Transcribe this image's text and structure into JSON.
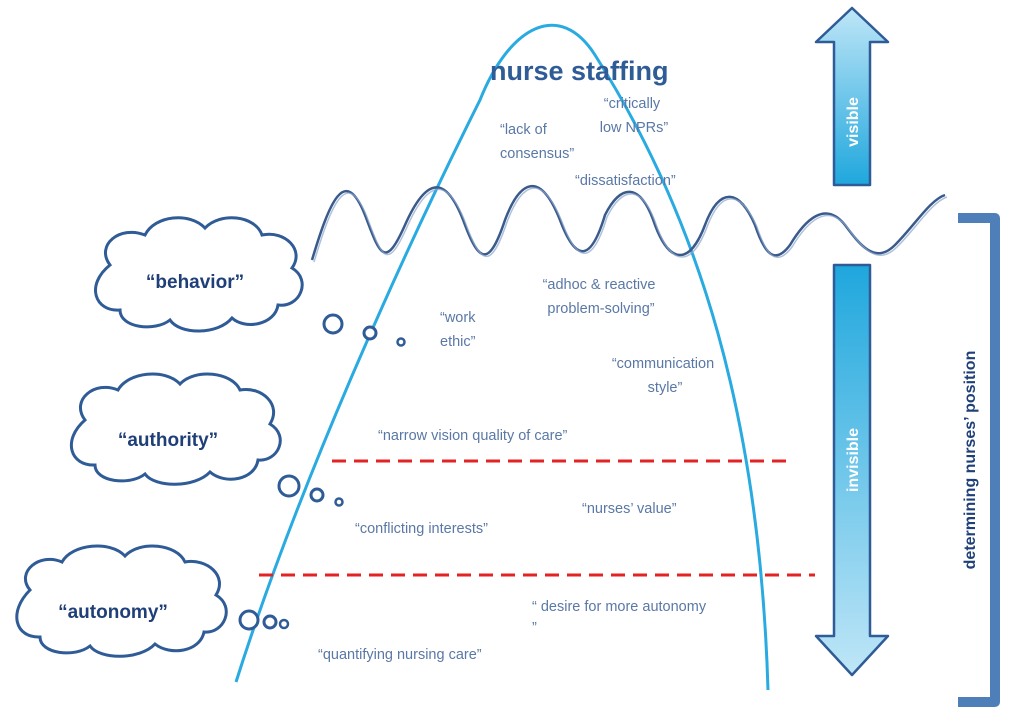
{
  "title": "nurse staffing",
  "visible_quotes": [
    {
      "lines": [
        "“critically",
        "low NPRs”"
      ]
    },
    {
      "lines": [
        "“lack of",
        "consensus”"
      ]
    },
    {
      "lines": [
        "“dissatisfaction”"
      ]
    }
  ],
  "invisible_quotes": [
    {
      "lines": [
        "“adhoc & reactive",
        "problem-solving”"
      ]
    },
    {
      "lines": [
        "“work",
        "ethic”"
      ]
    },
    {
      "lines": [
        "“communication",
        "style”"
      ]
    },
    {
      "lines": [
        "“narrow vision quality of care”"
      ]
    },
    {
      "lines": [
        "“nurses’ value”"
      ]
    },
    {
      "lines": [
        "“conflicting interests”"
      ]
    },
    {
      "lines": [
        "“ desire for more autonomy",
        "”"
      ]
    },
    {
      "lines": [
        "“quantifying  nursing care”"
      ]
    }
  ],
  "clouds": [
    {
      "label": "“behavior”"
    },
    {
      "label": "“authority”"
    },
    {
      "label": "“autonomy”"
    }
  ],
  "arrows": {
    "visible_label": "visible",
    "invisible_label": "invisible"
  },
  "bracket_label": "determining nurses’ position",
  "colors": {
    "iceberg_outline": "#29aae1",
    "water_line": "#3a5a8c",
    "divider": "#e32323",
    "arrow_fill_light": "#bfe6f7",
    "arrow_fill_dark": "#1fa7dd",
    "arrow_outline": "#2f5b96",
    "bracket": "#4f7fb8",
    "cloud_outline": "#2f5b96"
  }
}
